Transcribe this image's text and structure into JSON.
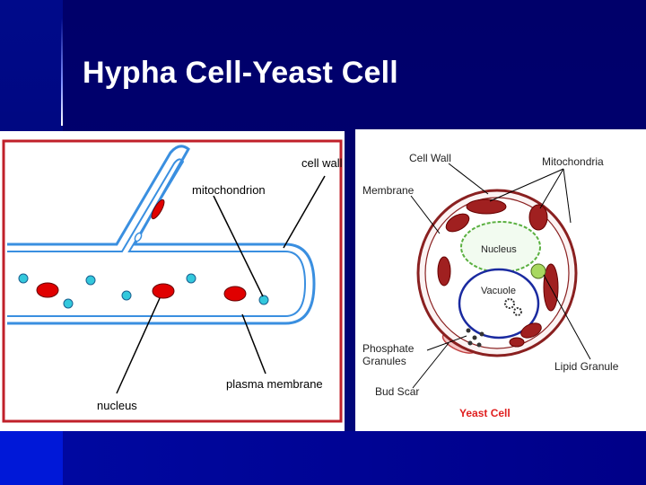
{
  "slide": {
    "title": "Hypha Cell-Yeast Cell"
  },
  "hypha": {
    "labels": {
      "cell_wall": "cell wall",
      "mitochondrion": "mitochondrion",
      "plasma_membrane": "plasma membrane",
      "nucleus": "nucleus"
    }
  },
  "yeast": {
    "labels": {
      "cell_wall": "Cell Wall",
      "mitochondria": "Mitochondria",
      "membrane": "Membrane",
      "nucleus": "Nucleus",
      "vacuole": "Vacuole",
      "phosphate_granules_1": "Phosphate",
      "phosphate_granules_2": "Granules",
      "lipid_granule": "Lipid Granule",
      "bud_scar": "Bud Scar",
      "caption": "Yeast Cell"
    }
  },
  "colors": {
    "slide_background": "#000066",
    "hypha_frame": "#c0202a",
    "membrane_blue": "#3a8fe0",
    "nucleus_red": "#e00000",
    "mitochondria_cyan": "#33c8dc",
    "yeast_wall": "#8a2020",
    "yeast_membrane": "#1a2aa0",
    "caption_red": "#e02020"
  }
}
